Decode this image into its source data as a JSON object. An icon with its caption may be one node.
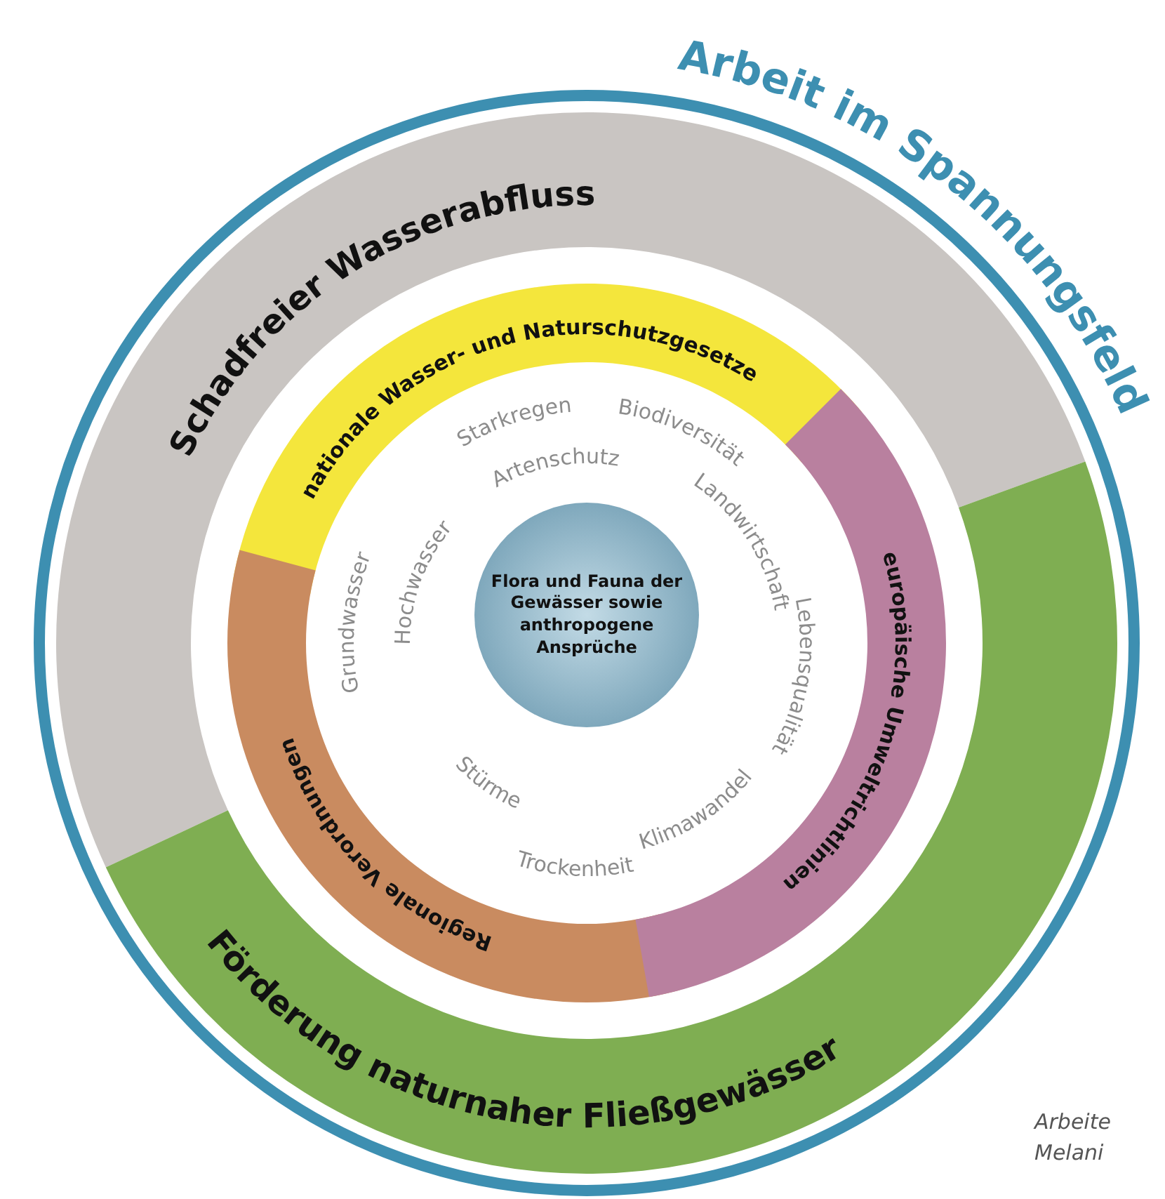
{
  "diagram": {
    "title": "Arbeit im Spannungsfeld",
    "nodes": [
      {
        "text": [
          "Schadfreier Wasserabfluss"
        ]
      },
      {
        "text": [
          "nationale Wasser- und Naturschutzgesetze"
        ]
      },
      {
        "text": [
          "europäische Umweltrichtlinien"
        ]
      },
      {
        "text": [
          "Regionale Verordnungen"
        ]
      },
      {
        "text": [
          "Flora und Fauna der Gewässer sowie anthropogene Ansprüche"
        ]
      },
      {
        "text": [
          "Förderung naturnaher Fließgewässer"
        ]
      }
    ],
    "labels": [
      "Starkregen",
      "Biodiversität",
      "Artenschutz",
      "Landwirtschaft",
      "Hochwasser",
      "Grundwasser",
      "Lebensqualität",
      "Stürme",
      "Klimawandel",
      "Trockenheit",
      "Arbeite",
      "Melani"
    ]
  }
}
